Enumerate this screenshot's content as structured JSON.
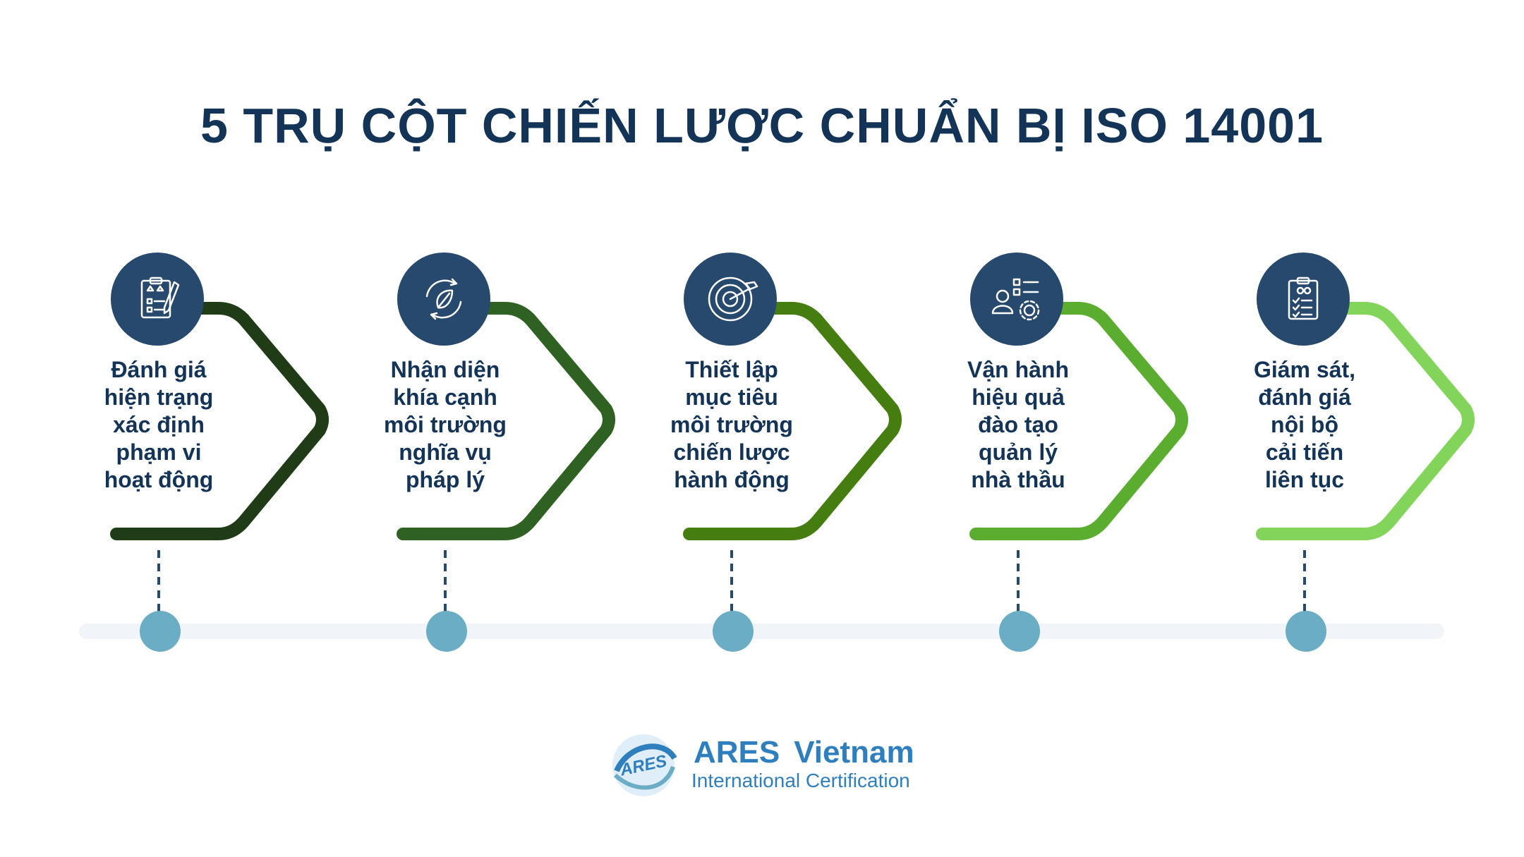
{
  "title": "5 TRỤ CỘT CHIẾN LƯỢC CHUẨN BỊ ISO 14001",
  "steps": [
    {
      "icon": "clipboard-rating-icon",
      "color": "#1f3c17",
      "lines": [
        "Đánh giá",
        "hiện trạng",
        "xác định",
        "phạm vi",
        "hoạt động"
      ]
    },
    {
      "icon": "leaf-recycle-icon",
      "color": "#2f6122",
      "lines": [
        "Nhận diện",
        "khía cạnh",
        "môi trường",
        "nghĩa vụ",
        "pháp lý"
      ]
    },
    {
      "icon": "target-arrow-icon",
      "color": "#467d10",
      "lines": [
        "Thiết lập",
        "mục tiêu",
        "môi trường",
        "chiến lược",
        "hành động"
      ]
    },
    {
      "icon": "team-settings-icon",
      "color": "#5aad2e",
      "lines": [
        "Vận hành",
        "hiệu quả",
        "đào tạo",
        "quản lý",
        "nhà thầu"
      ]
    },
    {
      "icon": "clipboard-checklist-icon",
      "color": "#82d45a",
      "lines": [
        "Giám sát,",
        "đánh giá",
        "nội bộ",
        "cải tiến",
        "liên tục"
      ]
    }
  ],
  "colors": {
    "title": "#133357",
    "icon_circle": "#27496d",
    "timeline_track": "#f1f4f8",
    "timeline_dot": "#6badc4",
    "connector": "#27496d",
    "brand": "#2f7fbf"
  },
  "brand": {
    "logo_text": "ARES",
    "name": "ARES",
    "name2": "Vietnam",
    "tagline": "International Certification"
  }
}
